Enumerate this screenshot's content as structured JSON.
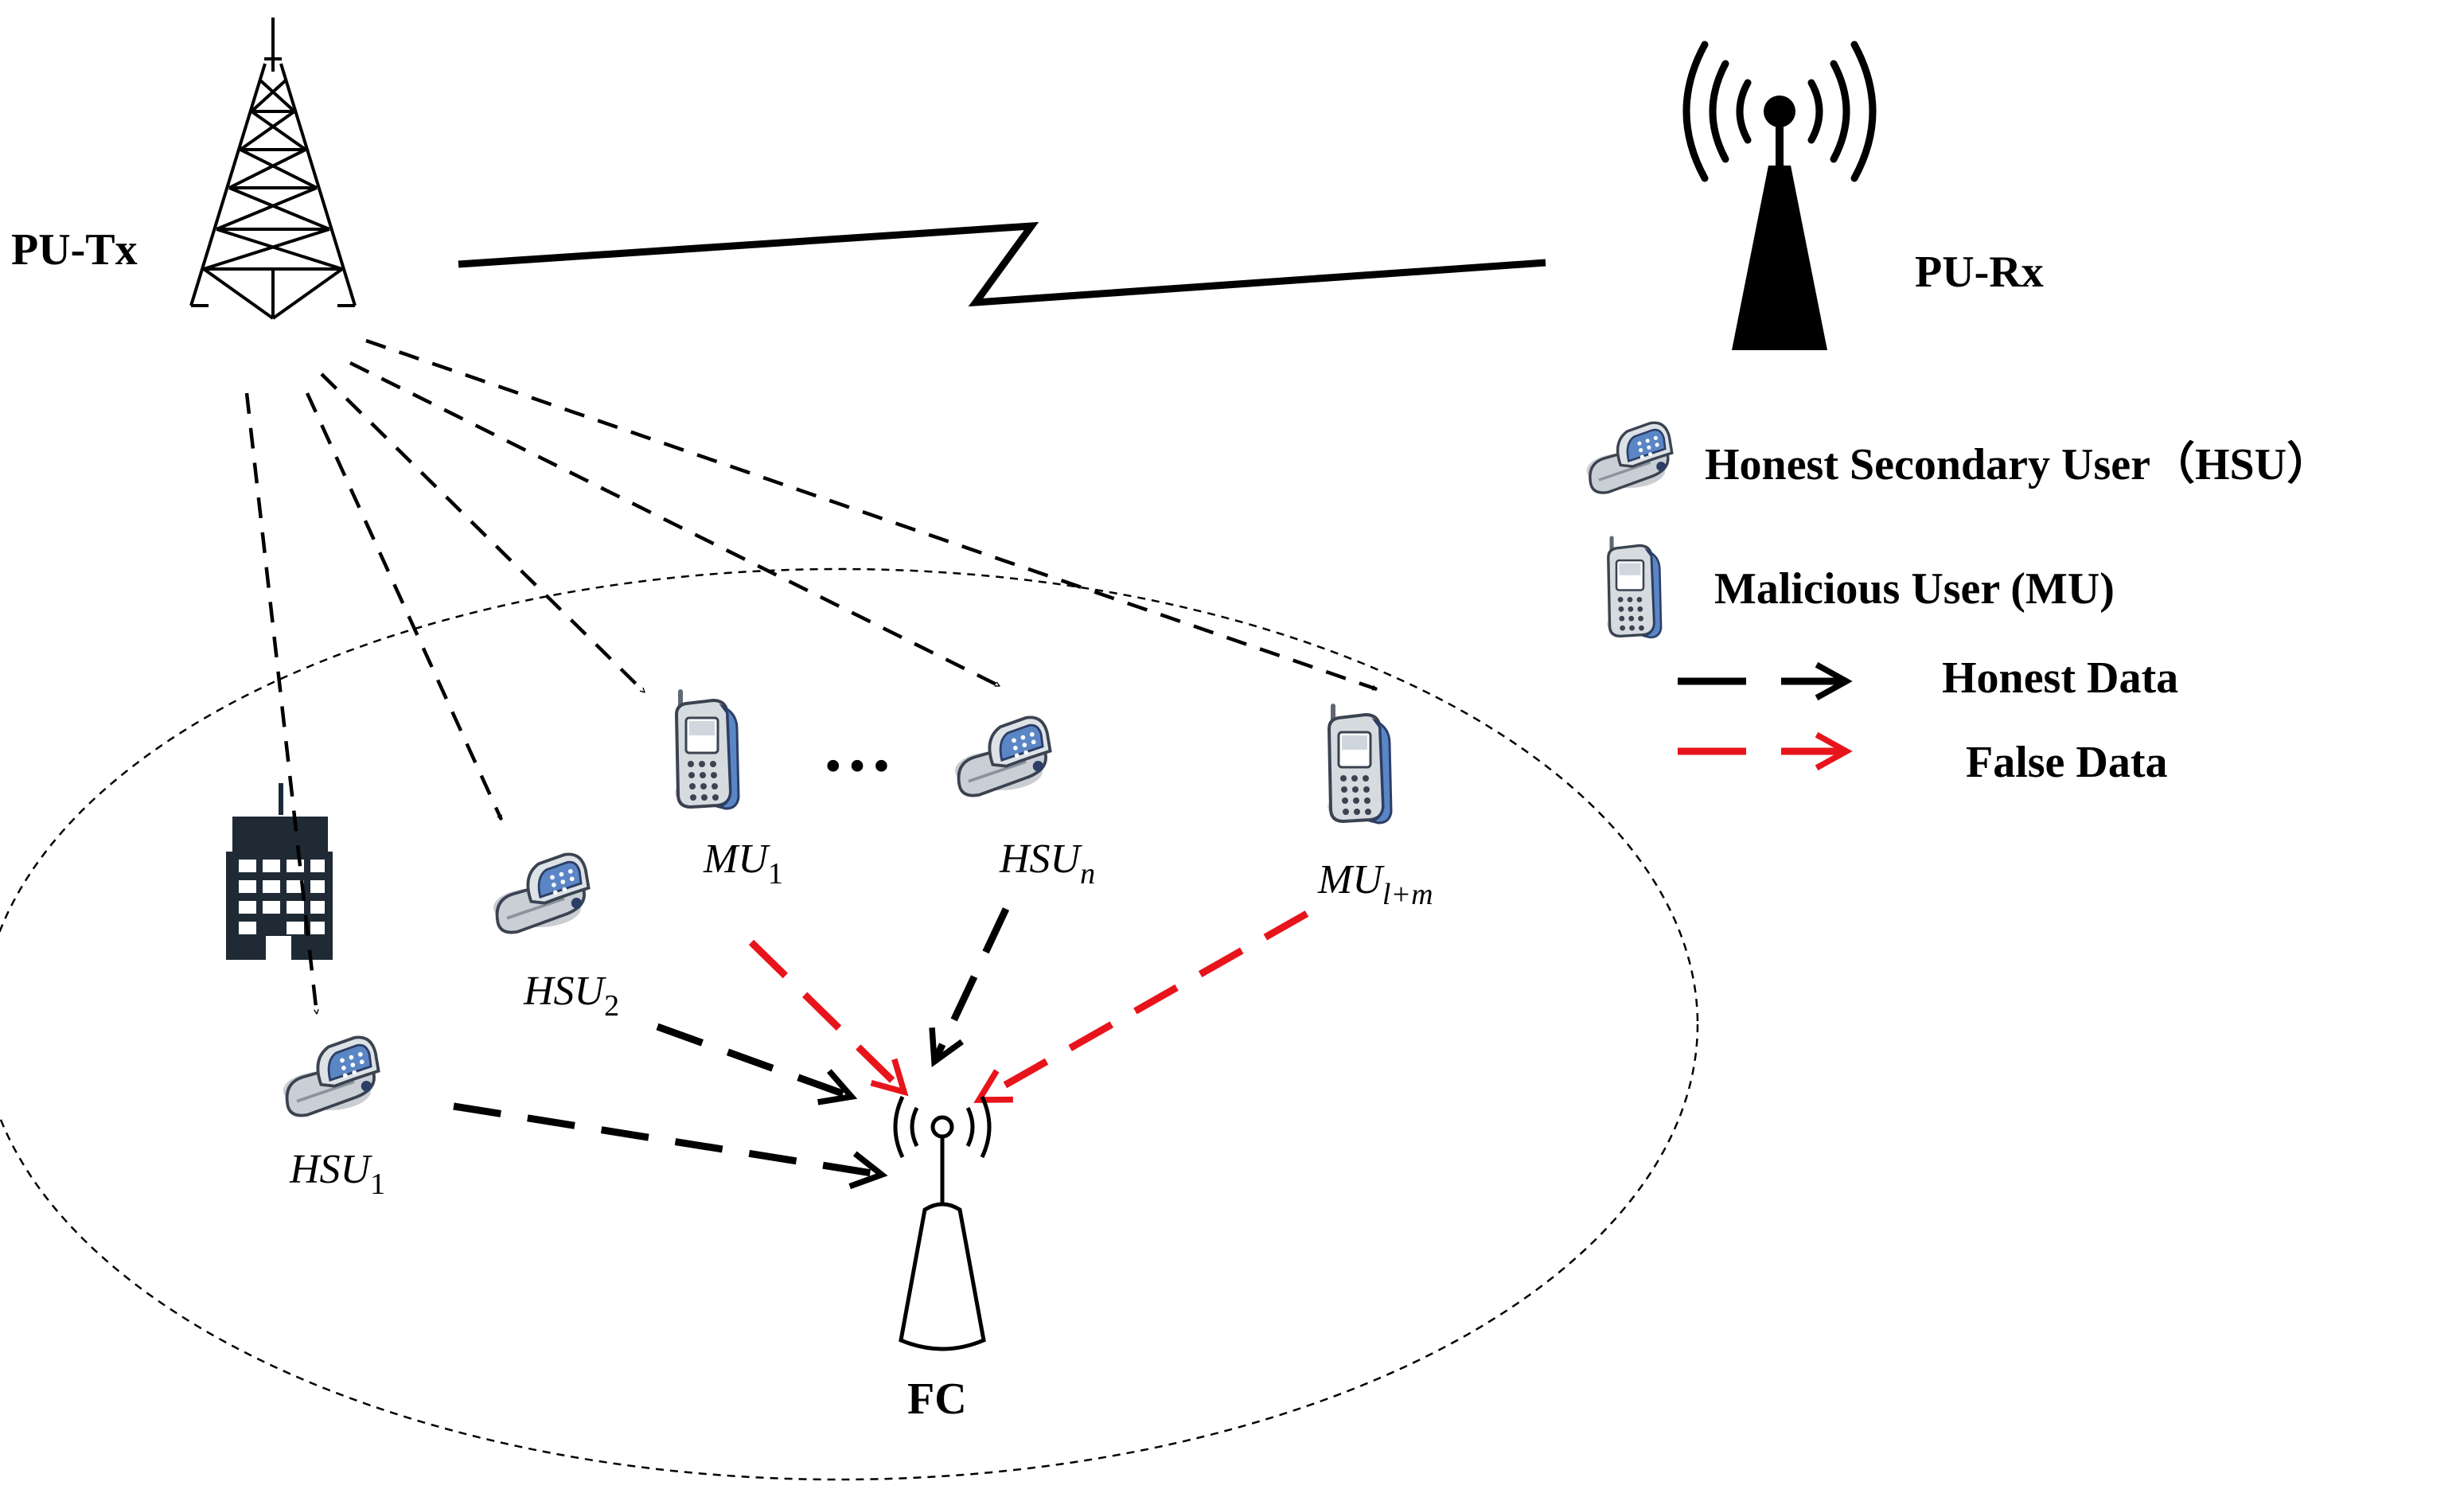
{
  "nodes": {
    "pu_tx": "PU-Tx",
    "pu_rx": "PU-Rx",
    "fc": "FC",
    "hsu1": {
      "base": "HSU",
      "sub": "1"
    },
    "hsu2": {
      "base": "HSU",
      "sub": "2"
    },
    "hsun": {
      "base": "HSU",
      "sub": "n"
    },
    "mu1": {
      "base": "MU",
      "sub": "1"
    },
    "mulm": {
      "base": "MU",
      "sub": "l+m"
    },
    "ellipsis": "…"
  },
  "legend": {
    "hsu": "Honest Secondary User（HSU）",
    "mu": "Malicious User (MU)",
    "honest": "Honest Data",
    "false": "False Data"
  },
  "colors": {
    "honest": "#000000",
    "false": "#e8141b"
  }
}
